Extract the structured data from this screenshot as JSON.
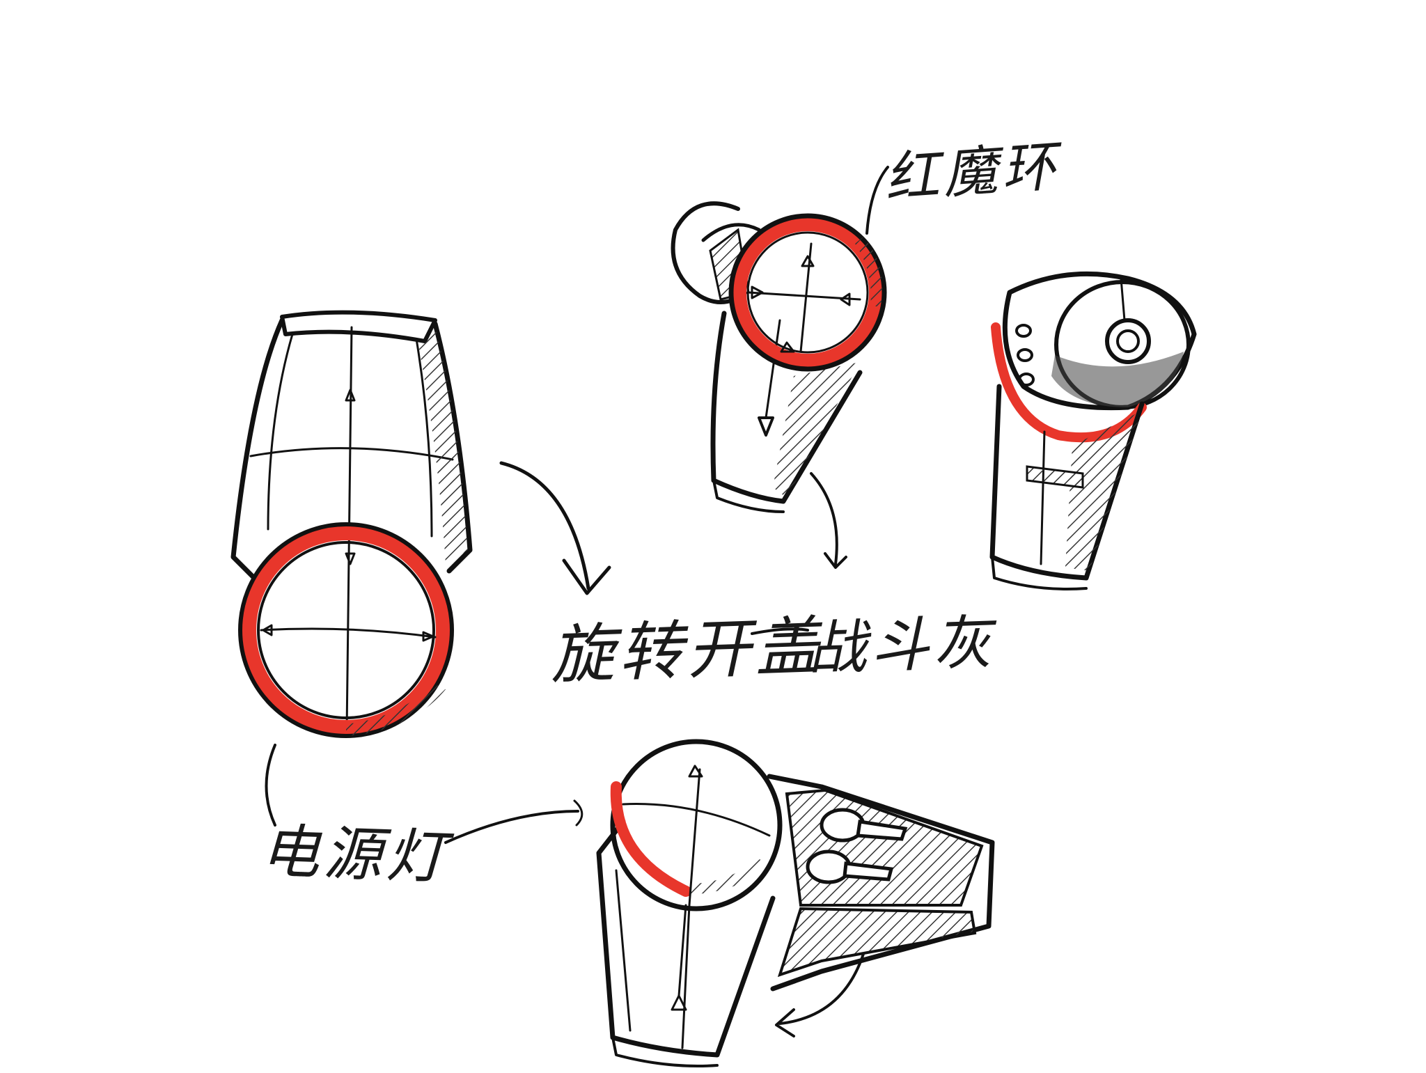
{
  "labels": {
    "red_ring": "红魔环",
    "rotate_open_lid": "旋转开盖",
    "battle_grey": "战斗灰",
    "power_light": "电源灯"
  },
  "colors": {
    "ink": "#111111",
    "accent_red": "#e8362b",
    "paper": "#ffffff",
    "shade": "#555555"
  }
}
